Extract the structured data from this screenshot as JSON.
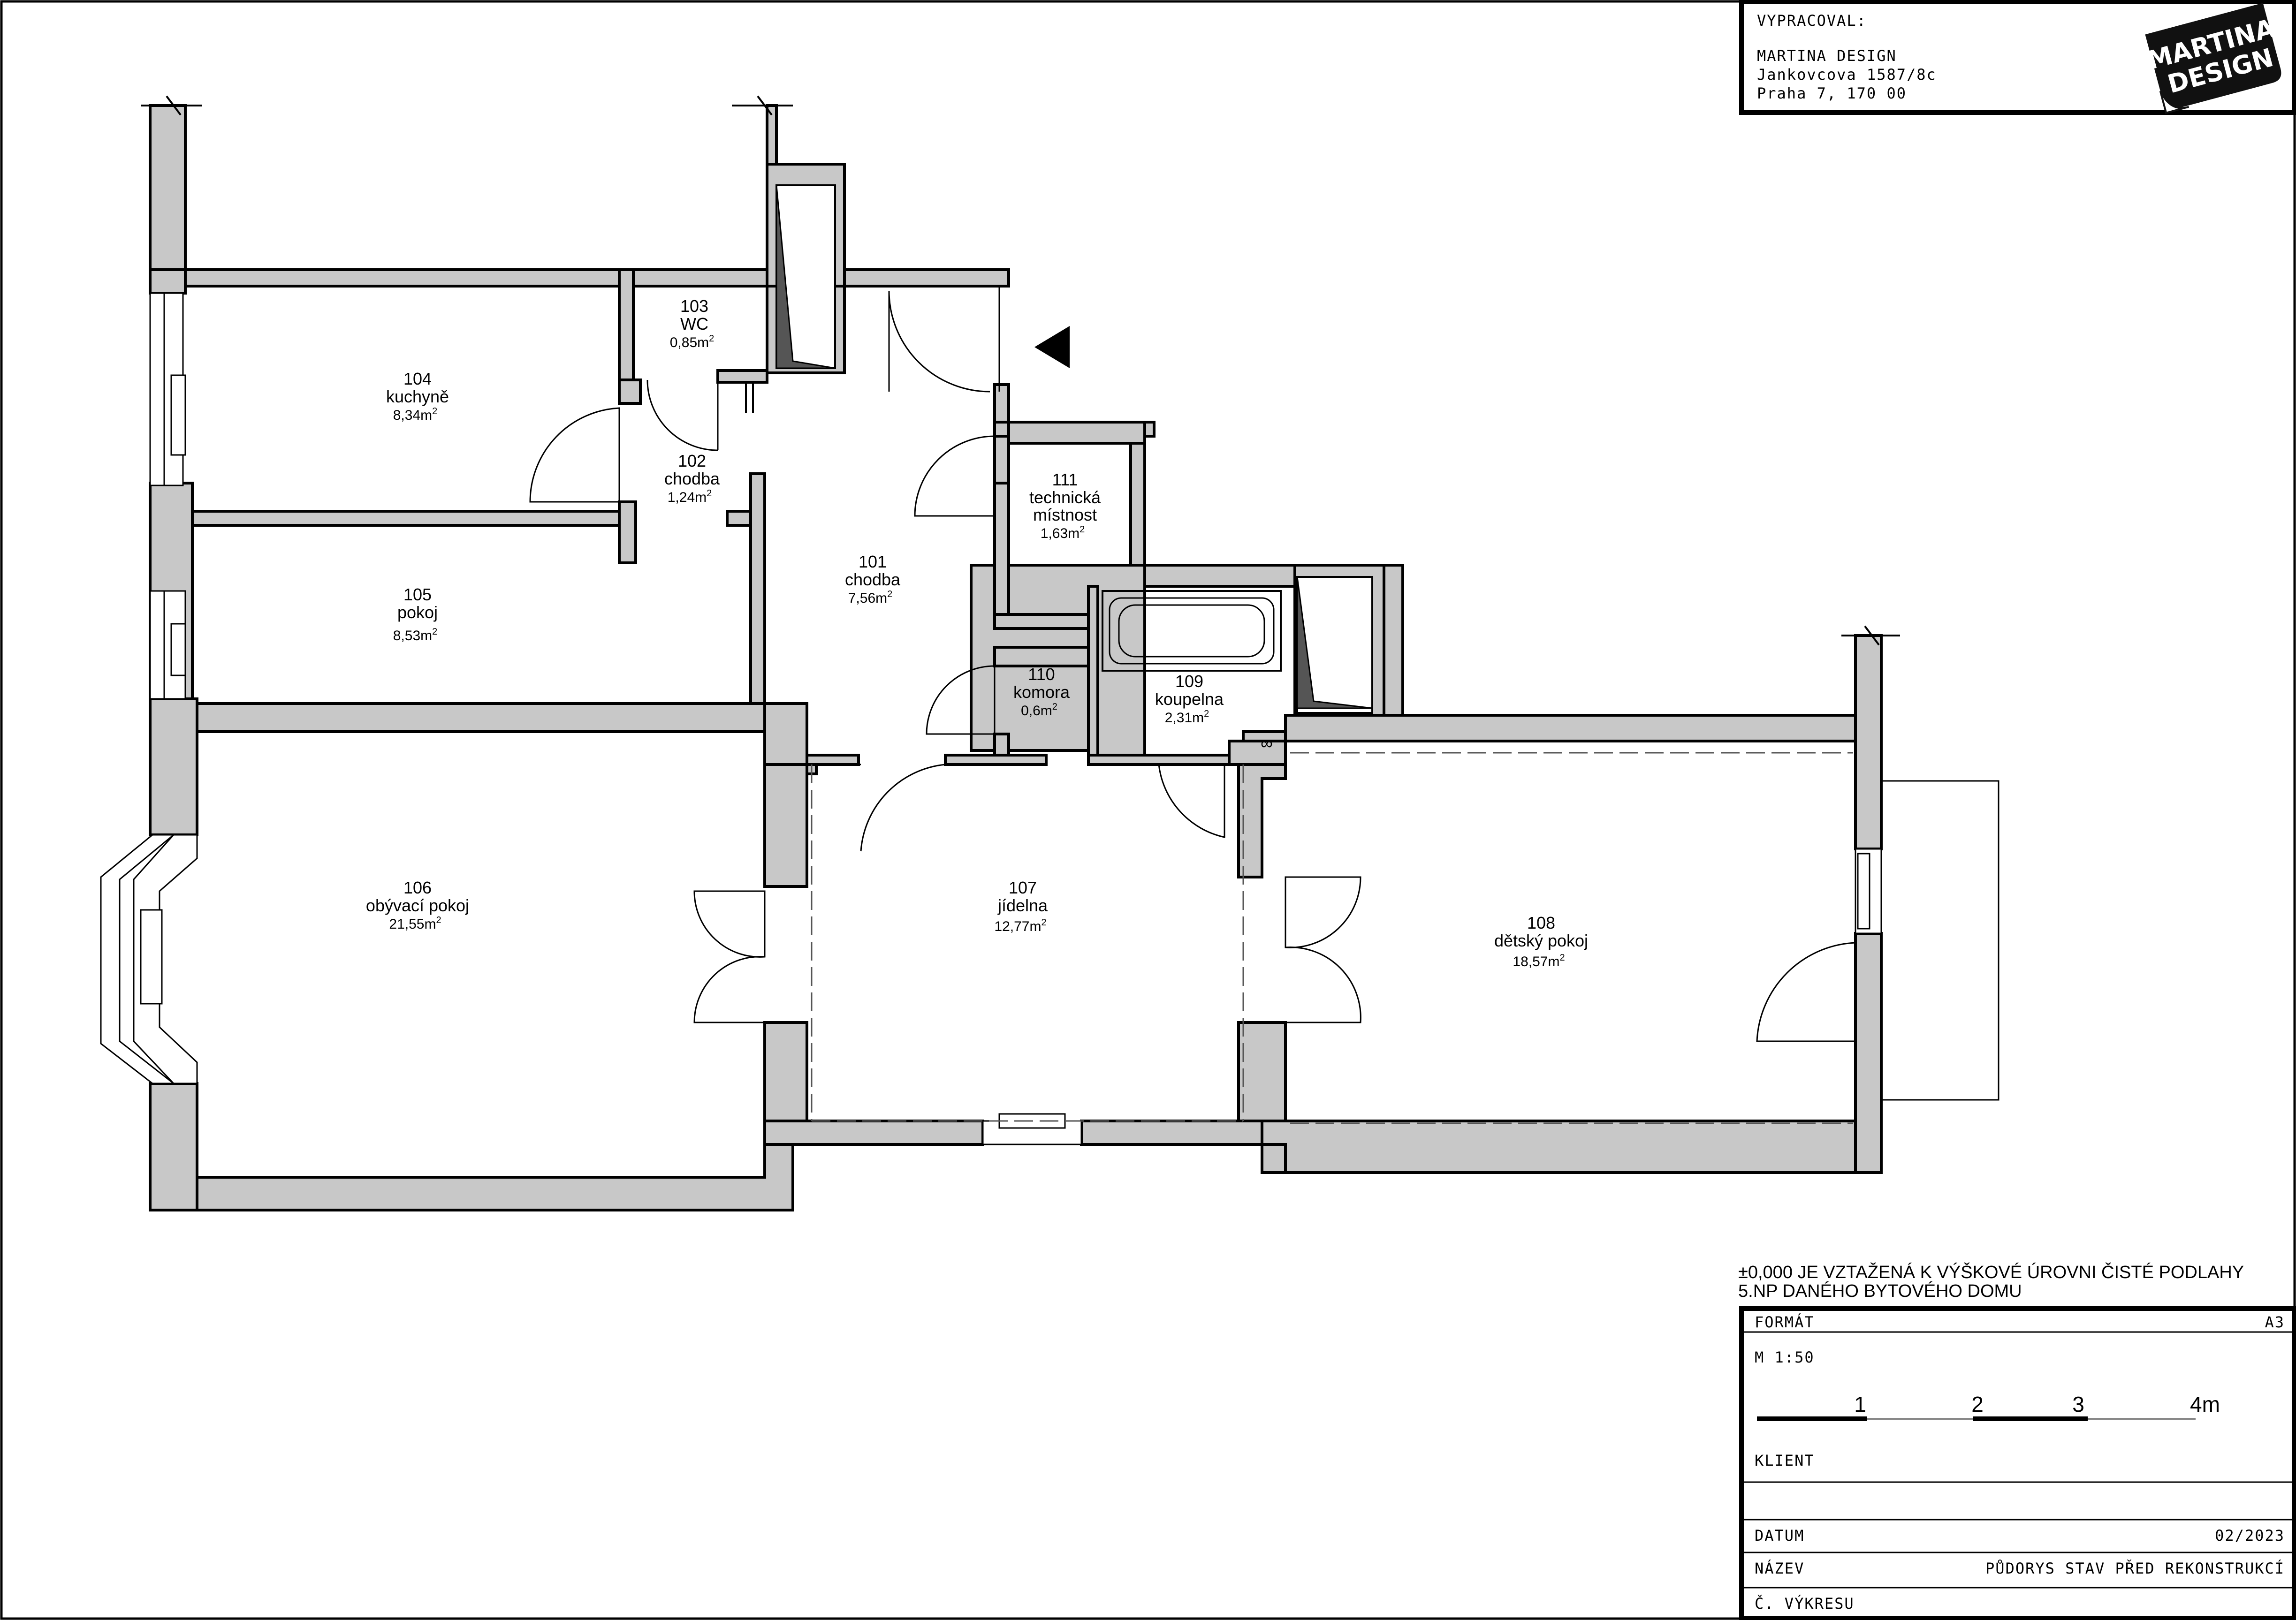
{
  "designer": {
    "heading": "VYPRACOVAL:",
    "name": "MARTINA DESIGN",
    "street": "Jankovcova 1587/8c",
    "city": "Praha 7, 170 00",
    "logo_line1": "MARTINA",
    "logo_line2": "DESIGN"
  },
  "rooms": [
    {
      "number": "101",
      "name": "chodba",
      "area": "7,56m",
      "unit": "2"
    },
    {
      "number": "102",
      "name": "chodba",
      "area": "1,24m",
      "unit": "2"
    },
    {
      "number": "103",
      "name": "WC",
      "area": "0,85m",
      "unit": "2"
    },
    {
      "number": "104",
      "name": "kuchyně",
      "area": "8,34m",
      "unit": "2"
    },
    {
      "number": "105",
      "name": "pokoj",
      "area": "8,53m",
      "unit": "2"
    },
    {
      "number": "106",
      "name": "obývací pokoj",
      "area": "21,55m",
      "unit": "2"
    },
    {
      "number": "107",
      "name": "jídelna",
      "area": "12,77m",
      "unit": "2"
    },
    {
      "number": "108",
      "name": "dětský pokoj",
      "area": "18,57m",
      "unit": "2"
    },
    {
      "number": "109",
      "name": "koupelna",
      "area": "2,31m",
      "unit": "2"
    },
    {
      "number": "110",
      "name": "komora",
      "area": "0,6m",
      "unit": "2"
    },
    {
      "number": "111",
      "name": "technická",
      "name2": "místnost",
      "area": "1,63m",
      "unit": "2"
    }
  ],
  "note": {
    "line1": "±0,000 JE VZTAŽENÁ K VÝŠKOVÉ ÚROVNI ČISTÉ PODLAHY",
    "line2": "5.NP DANÉHO BYTOVÉHO DOMU"
  },
  "title_block": {
    "format_label": "FORMÁT",
    "format_value": "A3",
    "scale": "M 1:50",
    "scale_marks": [
      "1",
      "2",
      "3",
      "4m"
    ],
    "client_label": "KLIENT",
    "client_value": "",
    "date_label": "DATUM",
    "date_value": "02/2023",
    "name_label": "NÁZEV",
    "name_value": "PŮDORYS STAV PŘED REKONSTRUKCÍ",
    "drawing_no_label": "Č. VÝKRESU",
    "drawing_no_value": ""
  }
}
